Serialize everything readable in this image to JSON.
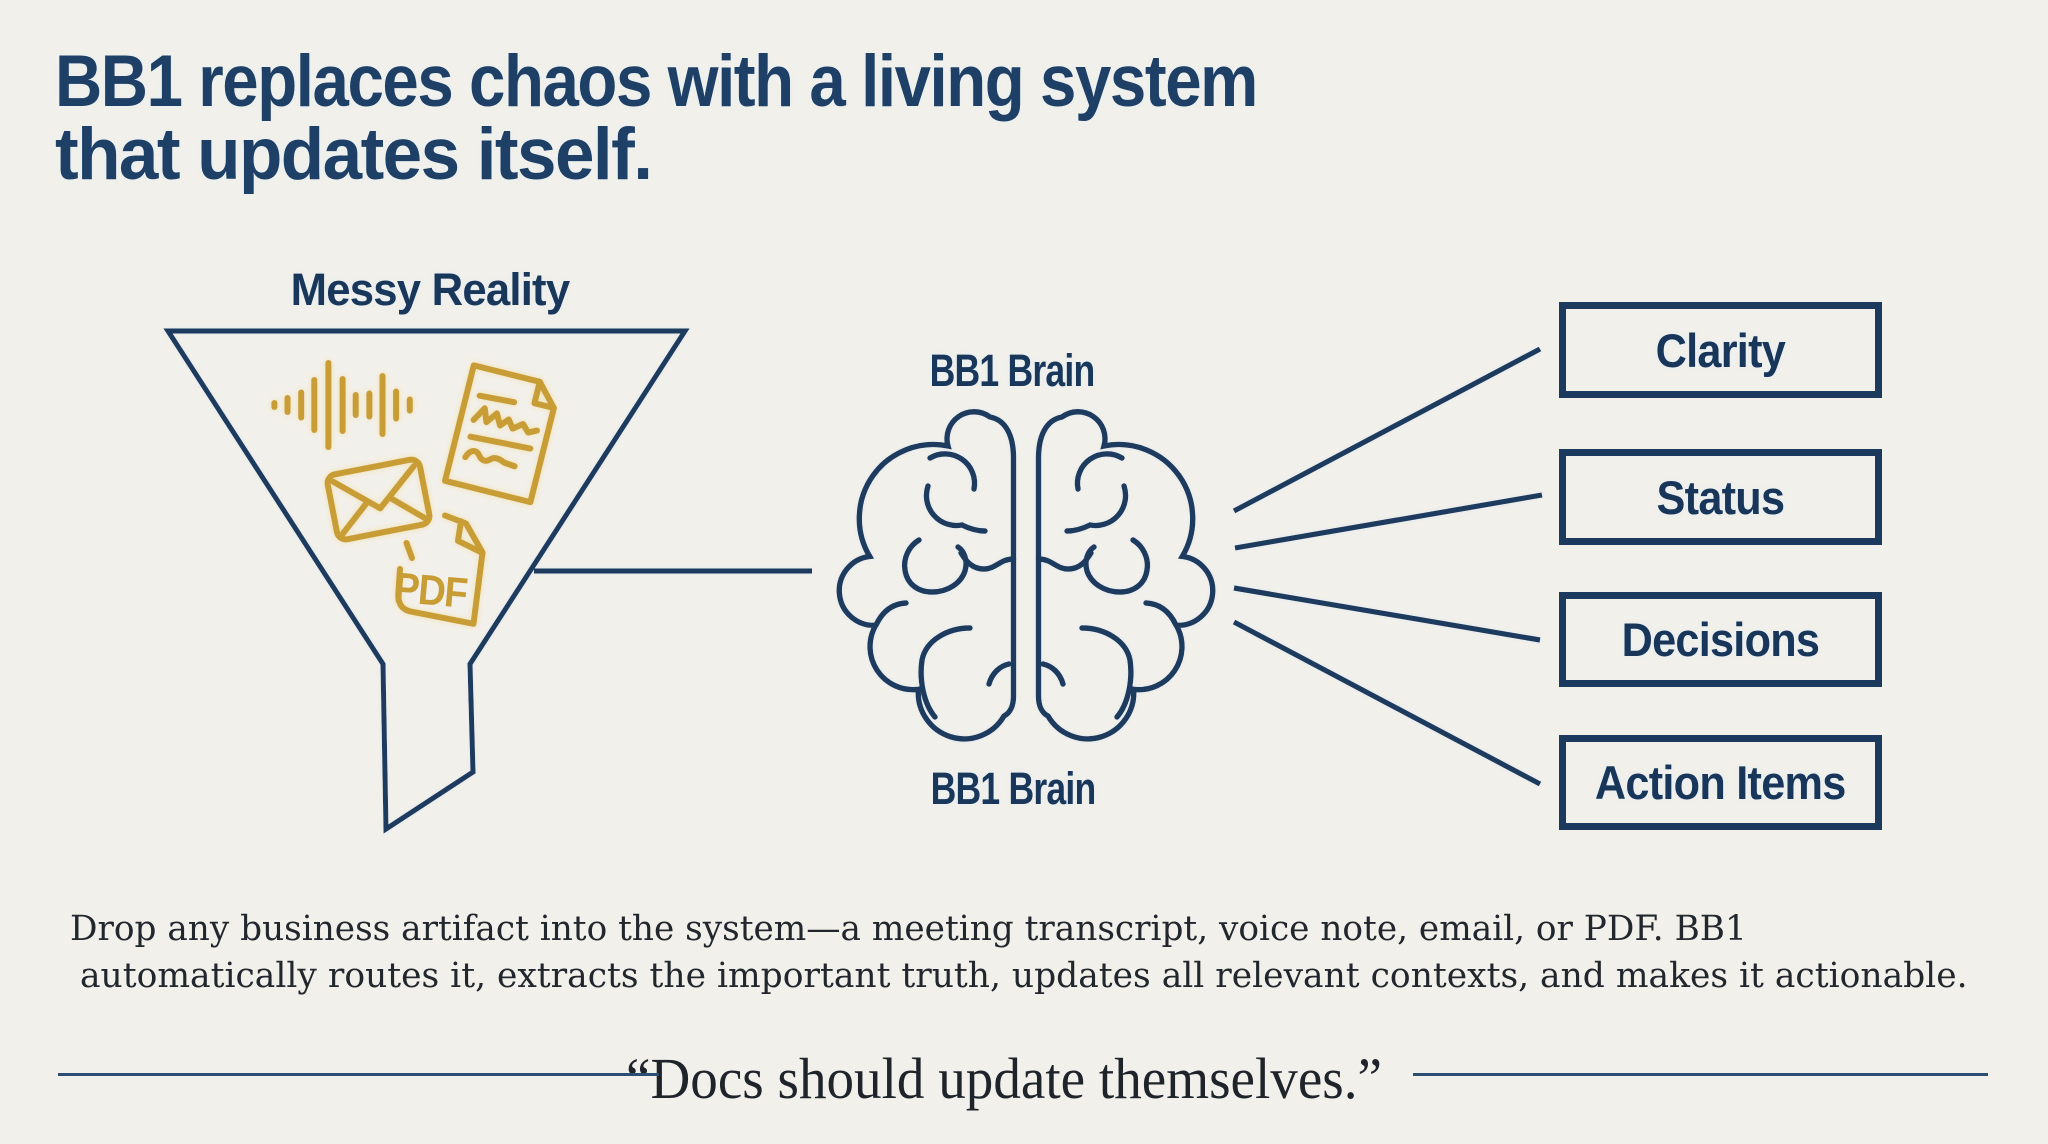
{
  "slide": {
    "background_color": "#f2f0ea",
    "accent_navy": "#1b3a5e",
    "accent_gold": "#c99d35"
  },
  "title": {
    "line1": "BB1 replaces chaos with a living system",
    "line2": "that updates itself."
  },
  "funnel": {
    "label": "Messy Reality",
    "icons": [
      "voice-waveform",
      "signed-document",
      "envelope",
      "pdf-file"
    ],
    "pdf_badge": "PDF"
  },
  "brain": {
    "label_top": "BB1 Brain",
    "label_bottom": "BB1 Brain"
  },
  "outputs": [
    "Clarity",
    "Status",
    "Decisions",
    "Action Items"
  ],
  "paragraph": {
    "line1": "Drop any business artifact into the system—a meeting transcript, voice note, email, or PDF. BB1",
    "line2": "automatically routes it, extracts the important truth, updates all relevant contexts, and makes it actionable."
  },
  "quote": "“Docs should update themselves.”"
}
